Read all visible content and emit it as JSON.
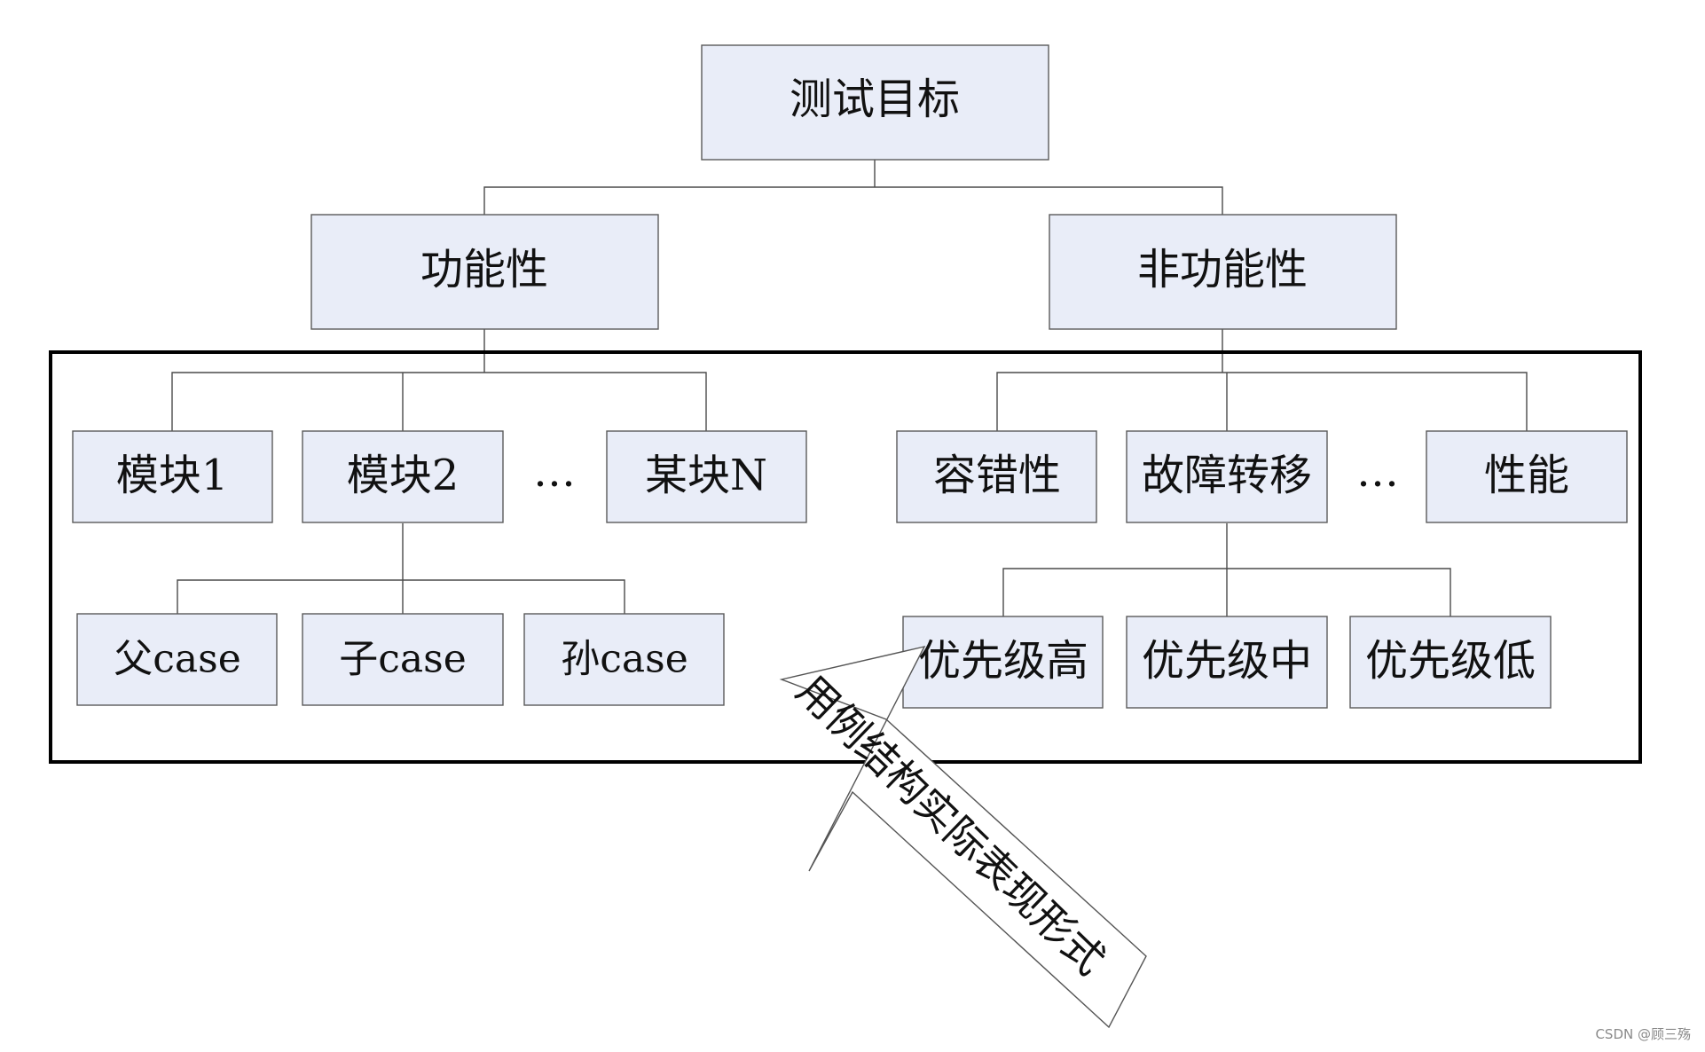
{
  "root": {
    "label": "测试目标"
  },
  "level1": {
    "functional": "功能性",
    "non_functional": "非功能性"
  },
  "functional_children": {
    "module1": "模块1",
    "module2": "模块2",
    "ellipsis": "…",
    "moduleN": "某块N"
  },
  "module2_children": {
    "parent_case": "父case",
    "child_case": "子case",
    "grandchild_case": "孙case"
  },
  "non_functional_children": {
    "fault_tolerance": "容错性",
    "failover": "故障转移",
    "ellipsis": "…",
    "performance": "性能"
  },
  "failover_children": {
    "priority_high": "优先级高",
    "priority_mid": "优先级中",
    "priority_low": "优先级低"
  },
  "annotation": {
    "arrow_text": "用例结构实际表现形式"
  },
  "watermark": "CSDN @顾三殇"
}
